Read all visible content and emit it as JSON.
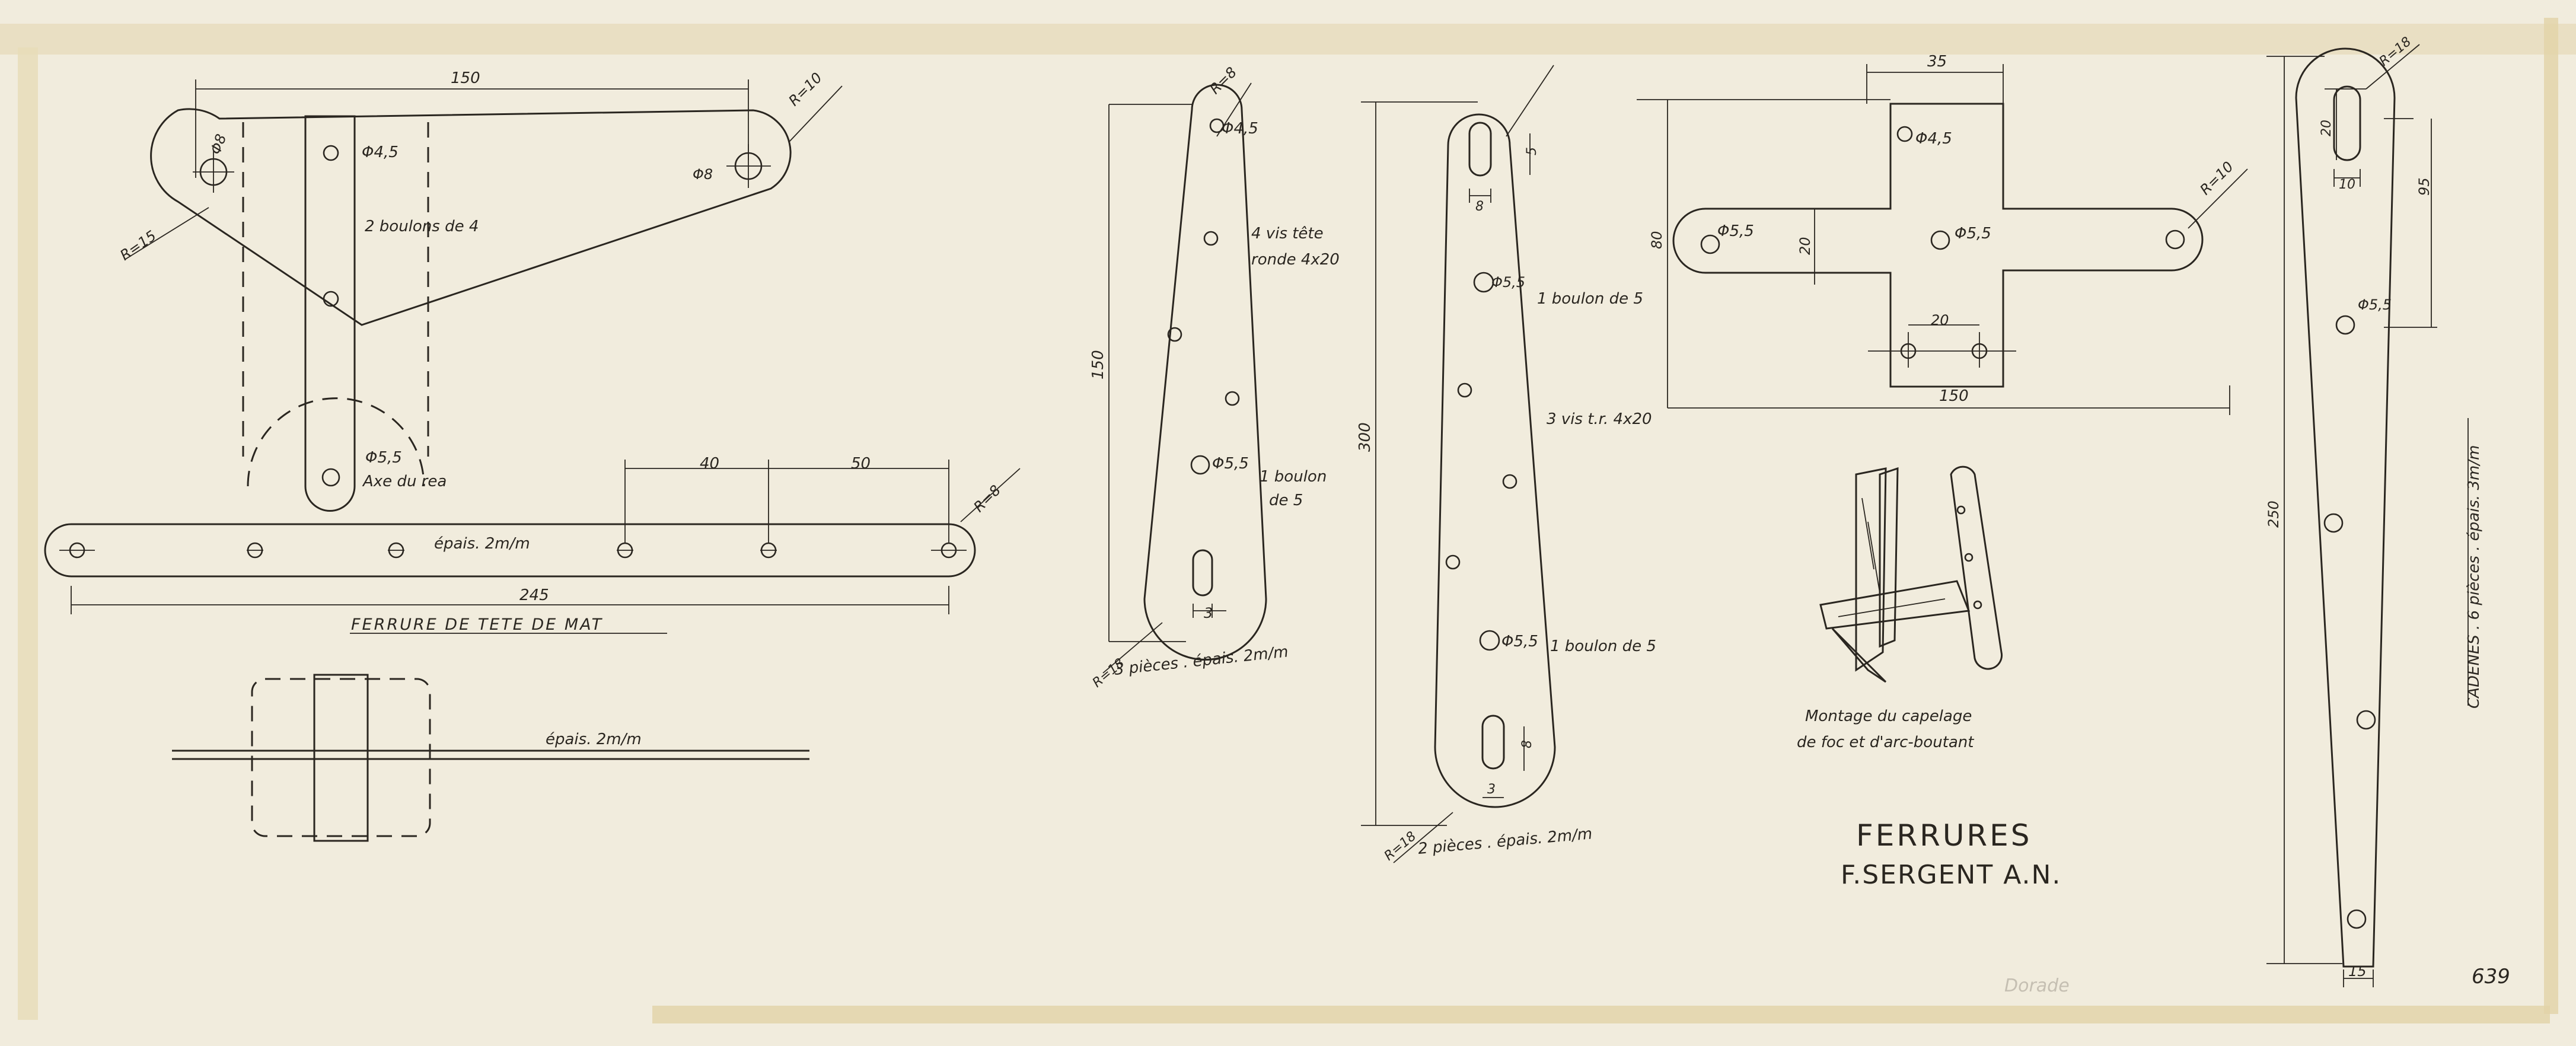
{
  "colors": {
    "paper": "#f1ecdd",
    "ink": "#2a2620",
    "edge": "#d7c9a0"
  },
  "masthead": {
    "dim_length": "150",
    "radius_right": "R=10",
    "radius_left": "R=15",
    "hole_left": "Φ8",
    "hole_right": "Φ8",
    "hole_strap": "Φ4,5",
    "note_bolts": "2 boulons de 4",
    "hole_axis": "Φ5,5",
    "note_axis": "Axe du rea",
    "dim_40": "40",
    "dim_50": "50",
    "radius_bar": "R=8",
    "thickness": "épais. 2m/m",
    "dim_245": "245",
    "title": "FERRURE DE TETE DE MAT",
    "side_thickness": "épais. 2m/m"
  },
  "piece_b": {
    "radius_top": "R=8",
    "hole_top": "Φ4,5",
    "note_screws": "4 vis tête ronde 4x20",
    "dim_height": "150",
    "hole_bolt": "Φ5,5",
    "note_bolt": "1 boulon de 5",
    "slot_width": "3",
    "radius_bottom": "R=18",
    "caption": "3 pièces . épais. 2m/m"
  },
  "piece_c": {
    "slot_height": "5",
    "slot_width": "8",
    "hole_top": "Φ5,5",
    "note_top": "1 boulon de 5",
    "note_screws": "3 vis t.r. 4x20",
    "dim_height": "300",
    "hole_bottom": "Φ5,5",
    "note_bottom": "1 boulon de 5",
    "slot_height_bottom": "8",
    "slot_width_bottom": "3",
    "radius_bottom": "R=18",
    "caption": "2 pièces . épais. 2m/m"
  },
  "cross": {
    "dim_top": "35",
    "hole_top": "Φ4,5",
    "hole_left": "Φ5,5",
    "hole_center": "Φ5,5",
    "radius": "R=10",
    "dim_20v": "20",
    "dim_80": "80",
    "dim_20h": "20",
    "dim_150": "150"
  },
  "sketch_caption": [
    "Montage du capelage",
    "de foc et d'arc-boutant"
  ],
  "title_block": {
    "title": "FERRURES",
    "author": "F.SERGENT A.N."
  },
  "cadenes": {
    "radius": "R=18",
    "dim_20a": "20",
    "dim_10": "10",
    "dim_95": "95",
    "hole": "Φ5,5",
    "dim_250": "250",
    "dim_15": "15",
    "caption": "CADENES . 6 pièces . épais. 3m/m"
  },
  "sheet_number": "639",
  "stamp": "Dorade"
}
